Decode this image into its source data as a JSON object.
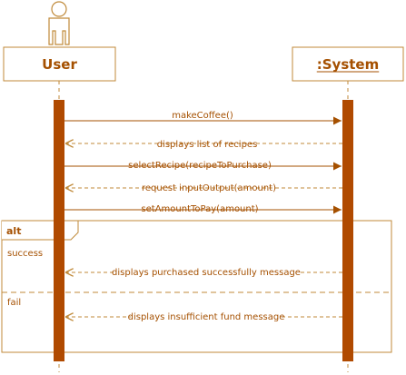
{
  "colors": {
    "line": "#c08a3a",
    "text": "#a55000",
    "activation_fill": "#b04a00",
    "box_fill": "#ffffff"
  },
  "participants": {
    "user": {
      "name": "User",
      "kind": "actor"
    },
    "system": {
      "name": ":System",
      "kind": "object"
    }
  },
  "messages": [
    {
      "label": "makeCoffee()",
      "from": "user",
      "to": "system",
      "style": "sync"
    },
    {
      "label": "displays list of recipes",
      "from": "system",
      "to": "user",
      "style": "return"
    },
    {
      "label": "selectRecipe(recipeToPurchase)",
      "from": "user",
      "to": "system",
      "style": "sync"
    },
    {
      "label": "request inputOutput(amount)",
      "from": "system",
      "to": "user",
      "style": "return"
    },
    {
      "label": "setAmountToPay(amount)",
      "from": "user",
      "to": "system",
      "style": "sync"
    },
    {
      "label": "displays purchased successfully message",
      "from": "system",
      "to": "user",
      "style": "return"
    },
    {
      "label": "displays insufficient fund message",
      "from": "system",
      "to": "user",
      "style": "return"
    }
  ],
  "fragment": {
    "operator": "alt",
    "guards": [
      "success",
      "fail"
    ]
  }
}
